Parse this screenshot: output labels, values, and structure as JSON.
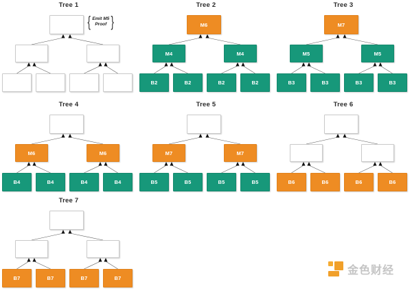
{
  "diagram": {
    "title_prefix": "Tree",
    "colors": {
      "teal": "#17987a",
      "orange": "#ee8c23",
      "empty": "#ffffff",
      "border_empty": "#c9c9c9",
      "edge": "#5a5a5a",
      "text_on_fill": "#ffffff",
      "title": "#2b2b2b"
    },
    "annotation": {
      "line1": "Emit M5",
      "line2": "Proof",
      "brace_left": "{",
      "brace_right": "}"
    },
    "trees": [
      {
        "title": "Tree 1",
        "root": {
          "label": "",
          "style": "empty"
        },
        "mids": [
          {
            "label": "",
            "style": "empty"
          },
          {
            "label": "",
            "style": "empty"
          }
        ],
        "leaves": [
          {
            "label": "",
            "style": "empty"
          },
          {
            "label": "",
            "style": "empty"
          },
          {
            "label": "",
            "style": "empty"
          },
          {
            "label": "",
            "style": "empty"
          }
        ]
      },
      {
        "title": "Tree 2",
        "root": {
          "label": "M6",
          "style": "orange"
        },
        "mids": [
          {
            "label": "M4",
            "style": "teal"
          },
          {
            "label": "M4",
            "style": "teal"
          }
        ],
        "leaves": [
          {
            "label": "B2",
            "style": "teal"
          },
          {
            "label": "B2",
            "style": "teal"
          },
          {
            "label": "B2",
            "style": "teal"
          },
          {
            "label": "B2",
            "style": "teal"
          }
        ]
      },
      {
        "title": "Tree 3",
        "root": {
          "label": "M7",
          "style": "orange"
        },
        "mids": [
          {
            "label": "M5",
            "style": "teal"
          },
          {
            "label": "M5",
            "style": "teal"
          }
        ],
        "leaves": [
          {
            "label": "B3",
            "style": "teal"
          },
          {
            "label": "B3",
            "style": "teal"
          },
          {
            "label": "B3",
            "style": "teal"
          },
          {
            "label": "B3",
            "style": "teal"
          }
        ]
      },
      {
        "title": "Tree 4",
        "root": {
          "label": "",
          "style": "empty"
        },
        "mids": [
          {
            "label": "M6",
            "style": "orange"
          },
          {
            "label": "M6",
            "style": "orange"
          }
        ],
        "leaves": [
          {
            "label": "B4",
            "style": "teal"
          },
          {
            "label": "B4",
            "style": "teal"
          },
          {
            "label": "B4",
            "style": "teal"
          },
          {
            "label": "B4",
            "style": "teal"
          }
        ]
      },
      {
        "title": "Tree 5",
        "root": {
          "label": "",
          "style": "empty"
        },
        "mids": [
          {
            "label": "M7",
            "style": "orange"
          },
          {
            "label": "M7",
            "style": "orange"
          }
        ],
        "leaves": [
          {
            "label": "B5",
            "style": "teal"
          },
          {
            "label": "B5",
            "style": "teal"
          },
          {
            "label": "B5",
            "style": "teal"
          },
          {
            "label": "B5",
            "style": "teal"
          }
        ]
      },
      {
        "title": "Tree 6",
        "root": {
          "label": "",
          "style": "empty"
        },
        "mids": [
          {
            "label": "",
            "style": "empty"
          },
          {
            "label": "",
            "style": "empty"
          }
        ],
        "leaves": [
          {
            "label": "B6",
            "style": "orange"
          },
          {
            "label": "B6",
            "style": "orange"
          },
          {
            "label": "B6",
            "style": "orange"
          },
          {
            "label": "B6",
            "style": "orange"
          }
        ]
      },
      {
        "title": "Tree 7",
        "root": {
          "label": "",
          "style": "empty"
        },
        "mids": [
          {
            "label": "",
            "style": "empty"
          },
          {
            "label": "",
            "style": "empty"
          }
        ],
        "leaves": [
          {
            "label": "B7",
            "style": "orange"
          },
          {
            "label": "B7",
            "style": "orange"
          },
          {
            "label": "B7",
            "style": "orange"
          },
          {
            "label": "B7",
            "style": "orange"
          }
        ]
      }
    ]
  },
  "watermark": {
    "text": "金色财经",
    "logo_name": "jinse-finance-logo"
  }
}
